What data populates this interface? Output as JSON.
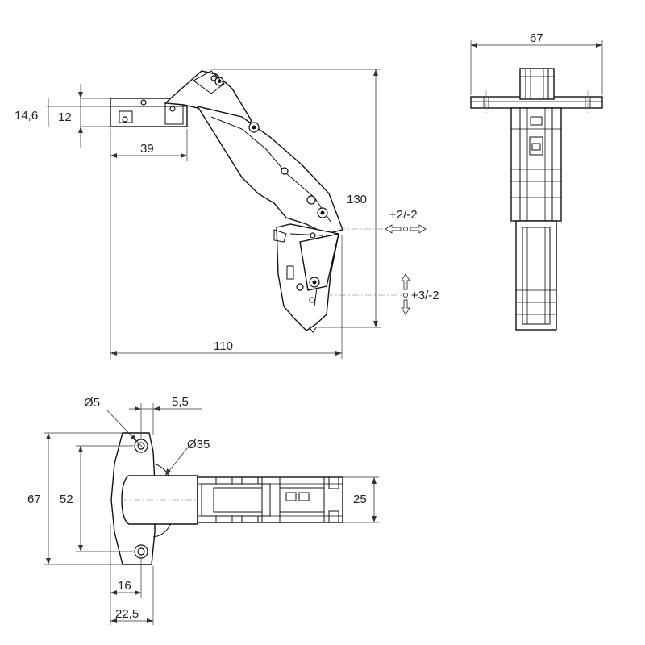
{
  "dimensions": {
    "side_view": {
      "height_total": "14,6",
      "height_plate": "12",
      "width_plate": "39",
      "overall_length": "110",
      "overall_height": "130"
    },
    "front_view": {
      "width": "67"
    },
    "top_view": {
      "hole_diameter": "Ø5",
      "hole_offset": "5,5",
      "cup_diameter": "Ø35",
      "plate_height": "67",
      "hole_spacing": "52",
      "arm_width": "25",
      "hole_to_edge": "16",
      "plate_depth": "22,5"
    }
  },
  "adjustments": {
    "lateral": "+2/-2",
    "vertical": "+3/-2"
  },
  "colors": {
    "line": "#111111",
    "dimension": "#333333"
  }
}
